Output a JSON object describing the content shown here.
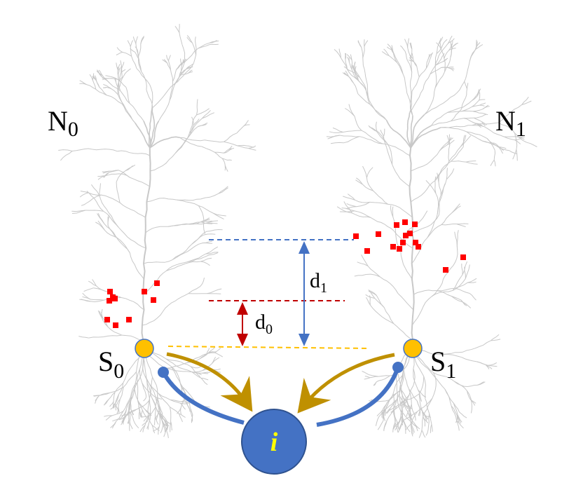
{
  "neurons": [
    {
      "id": "N0",
      "label": "N",
      "sub": "0",
      "soma_label": "S",
      "soma_sub": "0"
    },
    {
      "id": "N1",
      "label": "N",
      "sub": "1",
      "soma_label": "S",
      "soma_sub": "1"
    }
  ],
  "distances": [
    {
      "label": "d",
      "sub": "1",
      "color": "#4472c4"
    },
    {
      "label": "d",
      "sub": "0",
      "color": "#c00000"
    }
  ],
  "interneuron": {
    "label": "i"
  },
  "colors": {
    "dendrite": "#c8c8c8",
    "synapse": "#ff0000",
    "soma": "#ffc000",
    "soma_outline": "#4472c4",
    "excitatory_arrow": "#bf9000",
    "inhibitory_arc": "#4472c4",
    "interneuron_fill": "#4472c4",
    "interneuron_label": "#ffff00",
    "guide_blue": "#4472c4",
    "guide_red": "#c00000",
    "guide_yellow": "#ffc000"
  }
}
